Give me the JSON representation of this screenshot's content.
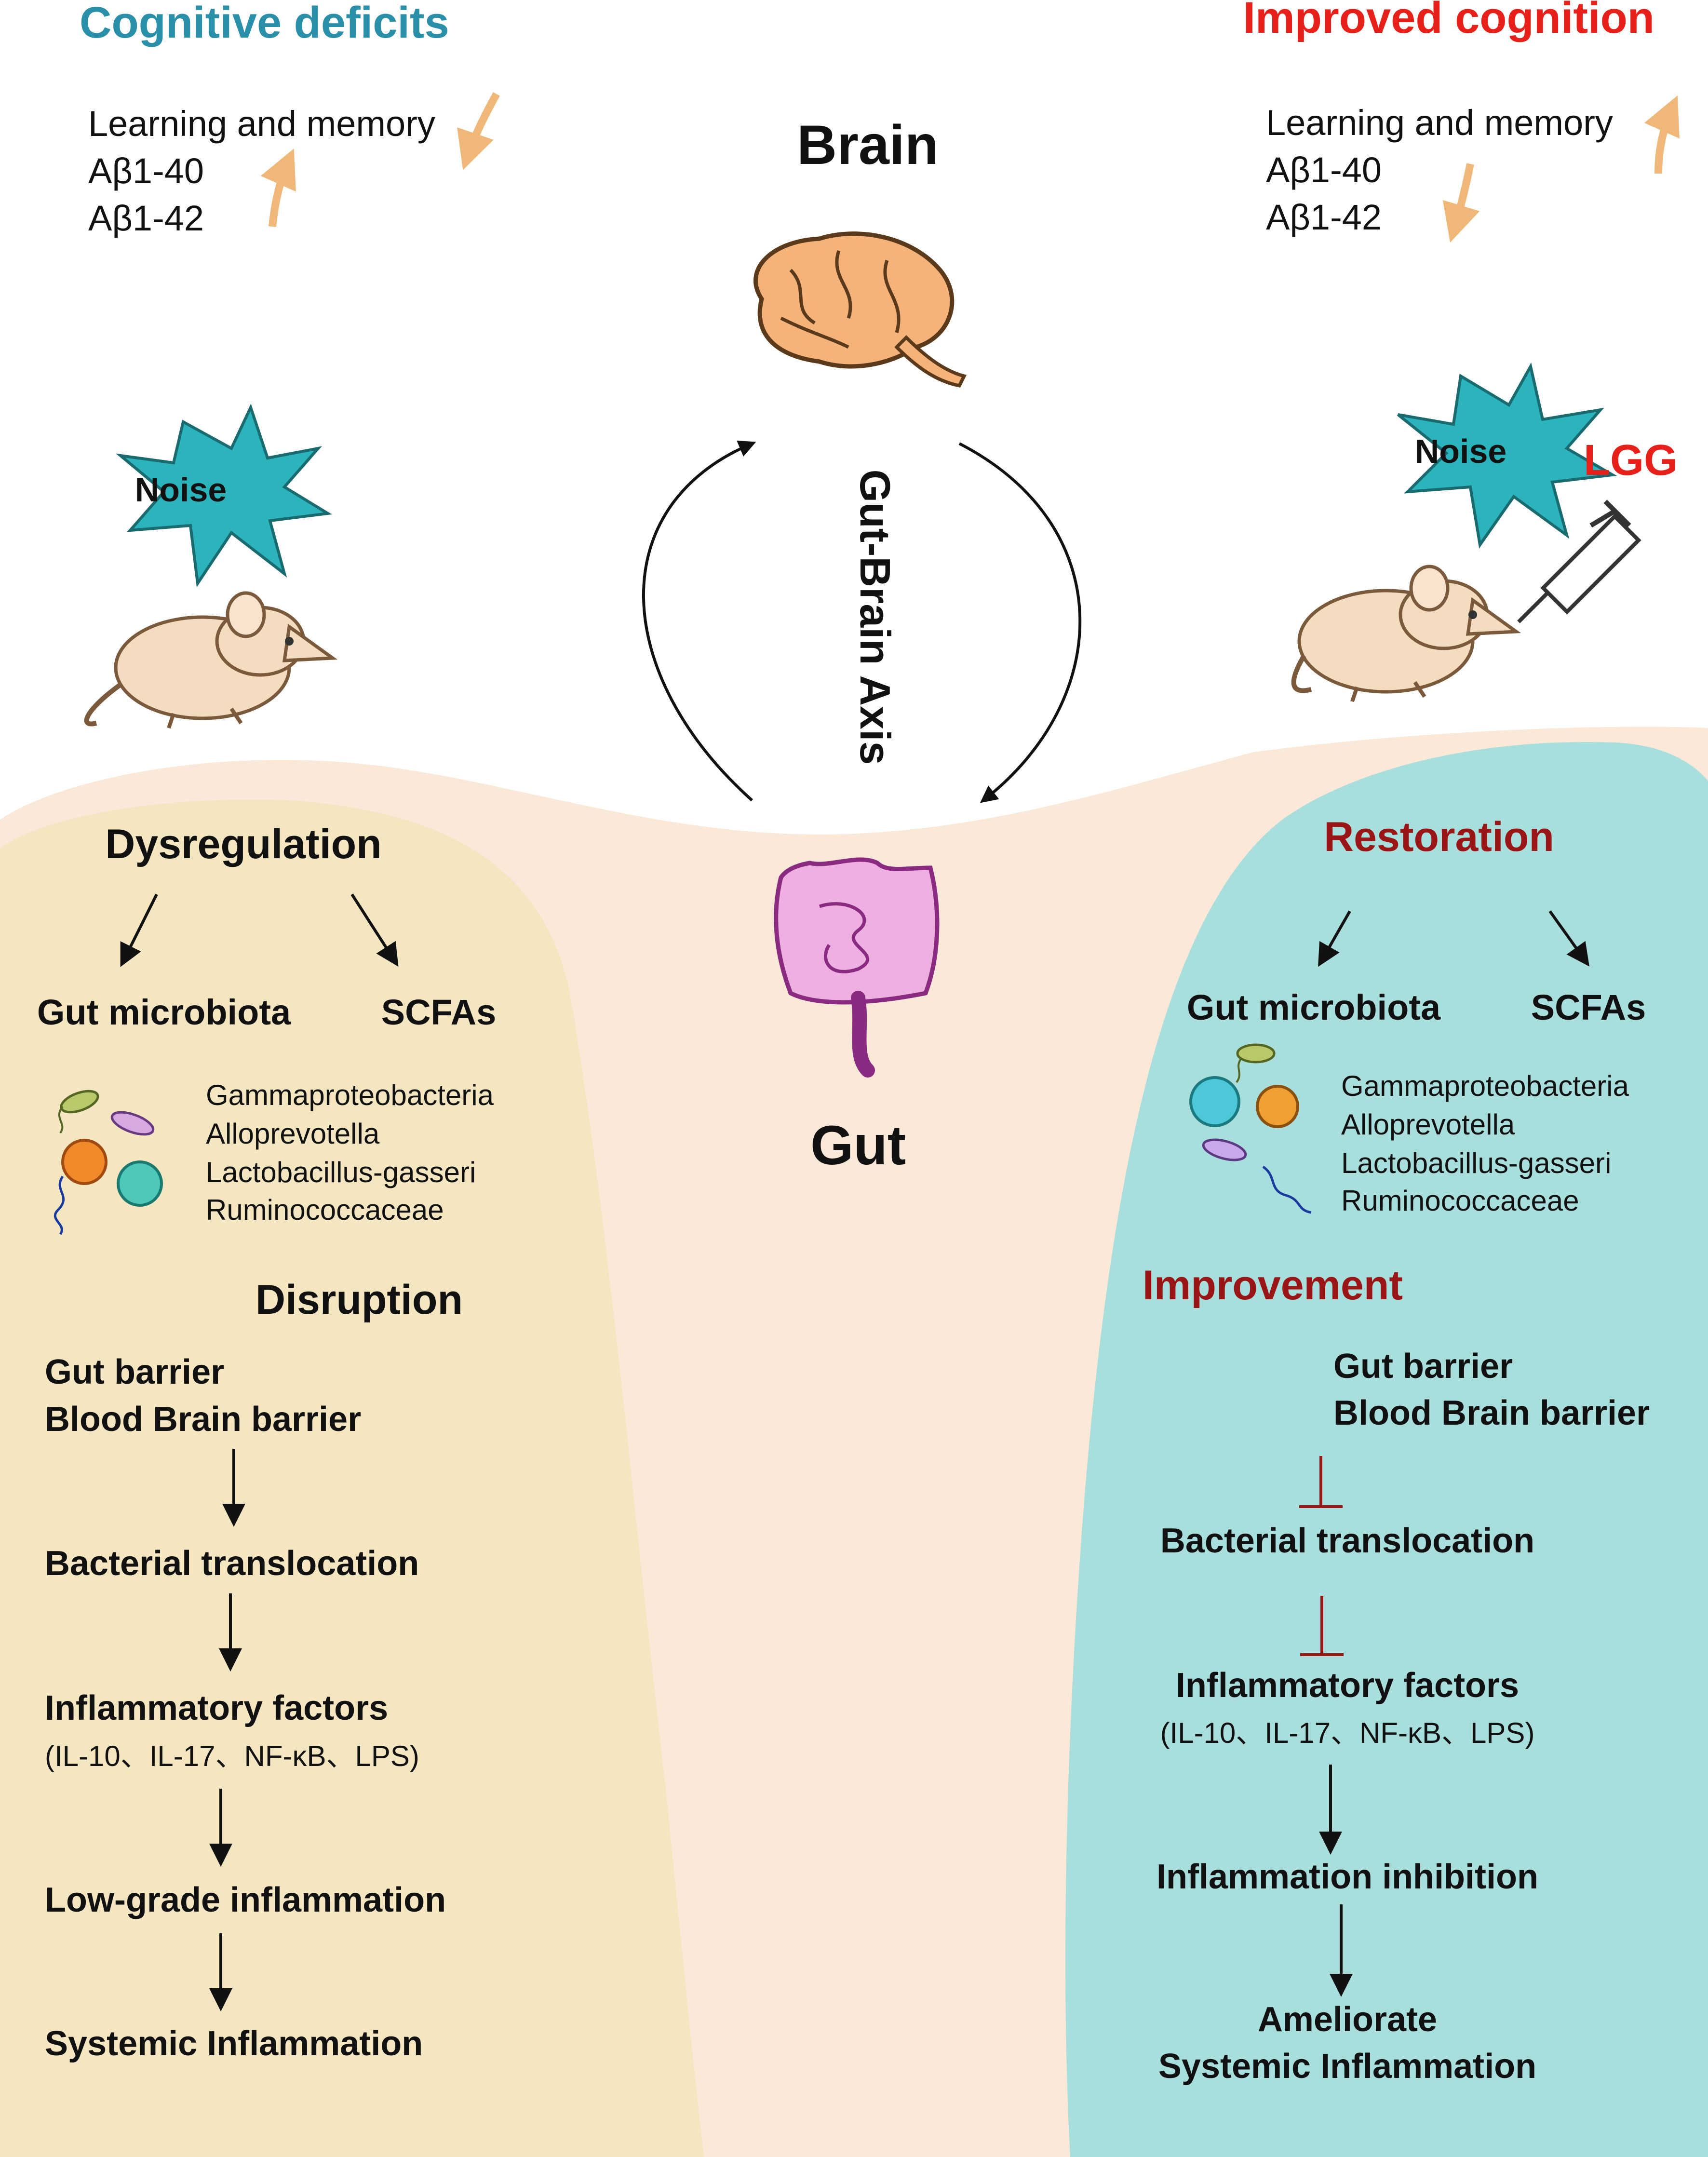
{
  "left": {
    "heading": "Cognitive deficits",
    "indicators": [
      "Learning and memory",
      "Aβ1-40",
      "Aβ1-42"
    ],
    "noise_label": "Noise",
    "dysregulation": "Dysregulation",
    "gut_microbiota": "Gut microbiota",
    "scfas": "SCFAs",
    "bacteria": [
      "Gammaproteobacteria",
      "Alloprevotella",
      "Lactobacillus-gasseri",
      "Ruminococcaceae"
    ],
    "disruption": "Disruption",
    "barriers": [
      "Gut barrier",
      "Blood Brain barrier"
    ],
    "bacterial_translocation": "Bacterial translocation",
    "inflammatory_factors": "Inflammatory factors",
    "factors_list": "(IL-10、IL-17、NF-κB、LPS)",
    "low_grade": "Low-grade inflammation",
    "systemic": "Systemic Inflammation"
  },
  "center": {
    "brain_label": "Brain",
    "axis_label": "Gut-Brain Axis",
    "gut_label": "Gut"
  },
  "right": {
    "heading": "Improved cognition",
    "indicators": [
      "Learning and memory",
      "Aβ1-40",
      "Aβ1-42"
    ],
    "noise_label": "Noise",
    "lgg_label": "LGG",
    "restoration": "Restoration",
    "gut_microbiota": "Gut microbiota",
    "scfas": "SCFAs",
    "bacteria": [
      "Gammaproteobacteria",
      "Alloprevotella",
      "Lactobacillus-gasseri",
      "Ruminococcaceae"
    ],
    "improvement": "Improvement",
    "barriers": [
      "Gut barrier",
      "Blood Brain barrier"
    ],
    "bacterial_translocation": "Bacterial translocation",
    "inflammatory_factors": "Inflammatory factors",
    "factors_list": "(IL-10、IL-17、NF-κB、LPS)",
    "inflammation_inhibition": "Inflammation inhibition",
    "ameliorate": [
      "Ameliorate",
      "Systemic Inflammation"
    ]
  },
  "colors": {
    "left_heading": "#2a8fa8",
    "right_heading": "#e8201a",
    "dark_red": "#9a1616",
    "left_panel": "#f3e6c0",
    "right_panel": "#a8dedb",
    "center_bg": "#fae8d8",
    "trend_arrow": "#f0b878",
    "noise_star": "#2bb4bc"
  }
}
